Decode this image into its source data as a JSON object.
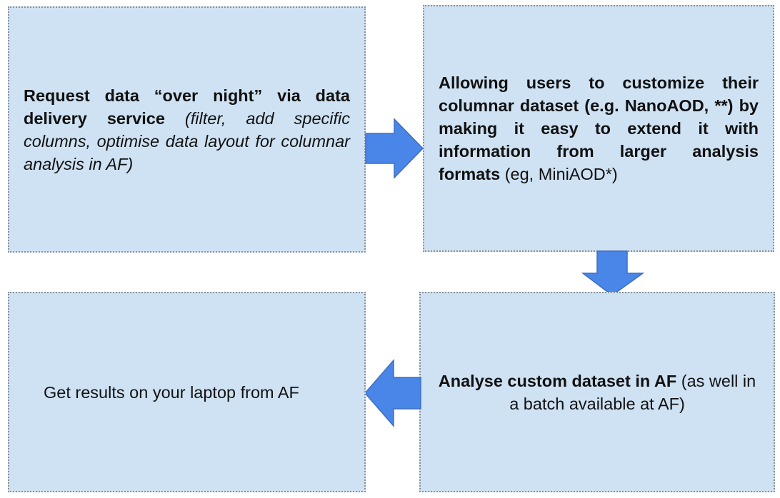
{
  "boxes": {
    "request": {
      "bold": "Request data “over night” via data delivery service",
      "italic": "(filter, add specific columns, optimise data layout for columnar analysis in AF)"
    },
    "customize": {
      "bold": "Allowing users to customize their columnar dataset (e.g. NanoAOD, **) by making it easy to extend it with information from larger analysis formats",
      "normal": "(eg, MiniAOD*)"
    },
    "analyse": {
      "bold": "Analyse custom dataset in AF",
      "normal": "(as well in a batch available at AF)"
    },
    "results": {
      "normal": "Get results on your laptop from AF"
    }
  },
  "colors": {
    "box_fill": "#cfe2f3",
    "box_border": "#8a9099",
    "arrow_fill": "#4a86e8",
    "arrow_stroke": "#3c6fc4"
  }
}
